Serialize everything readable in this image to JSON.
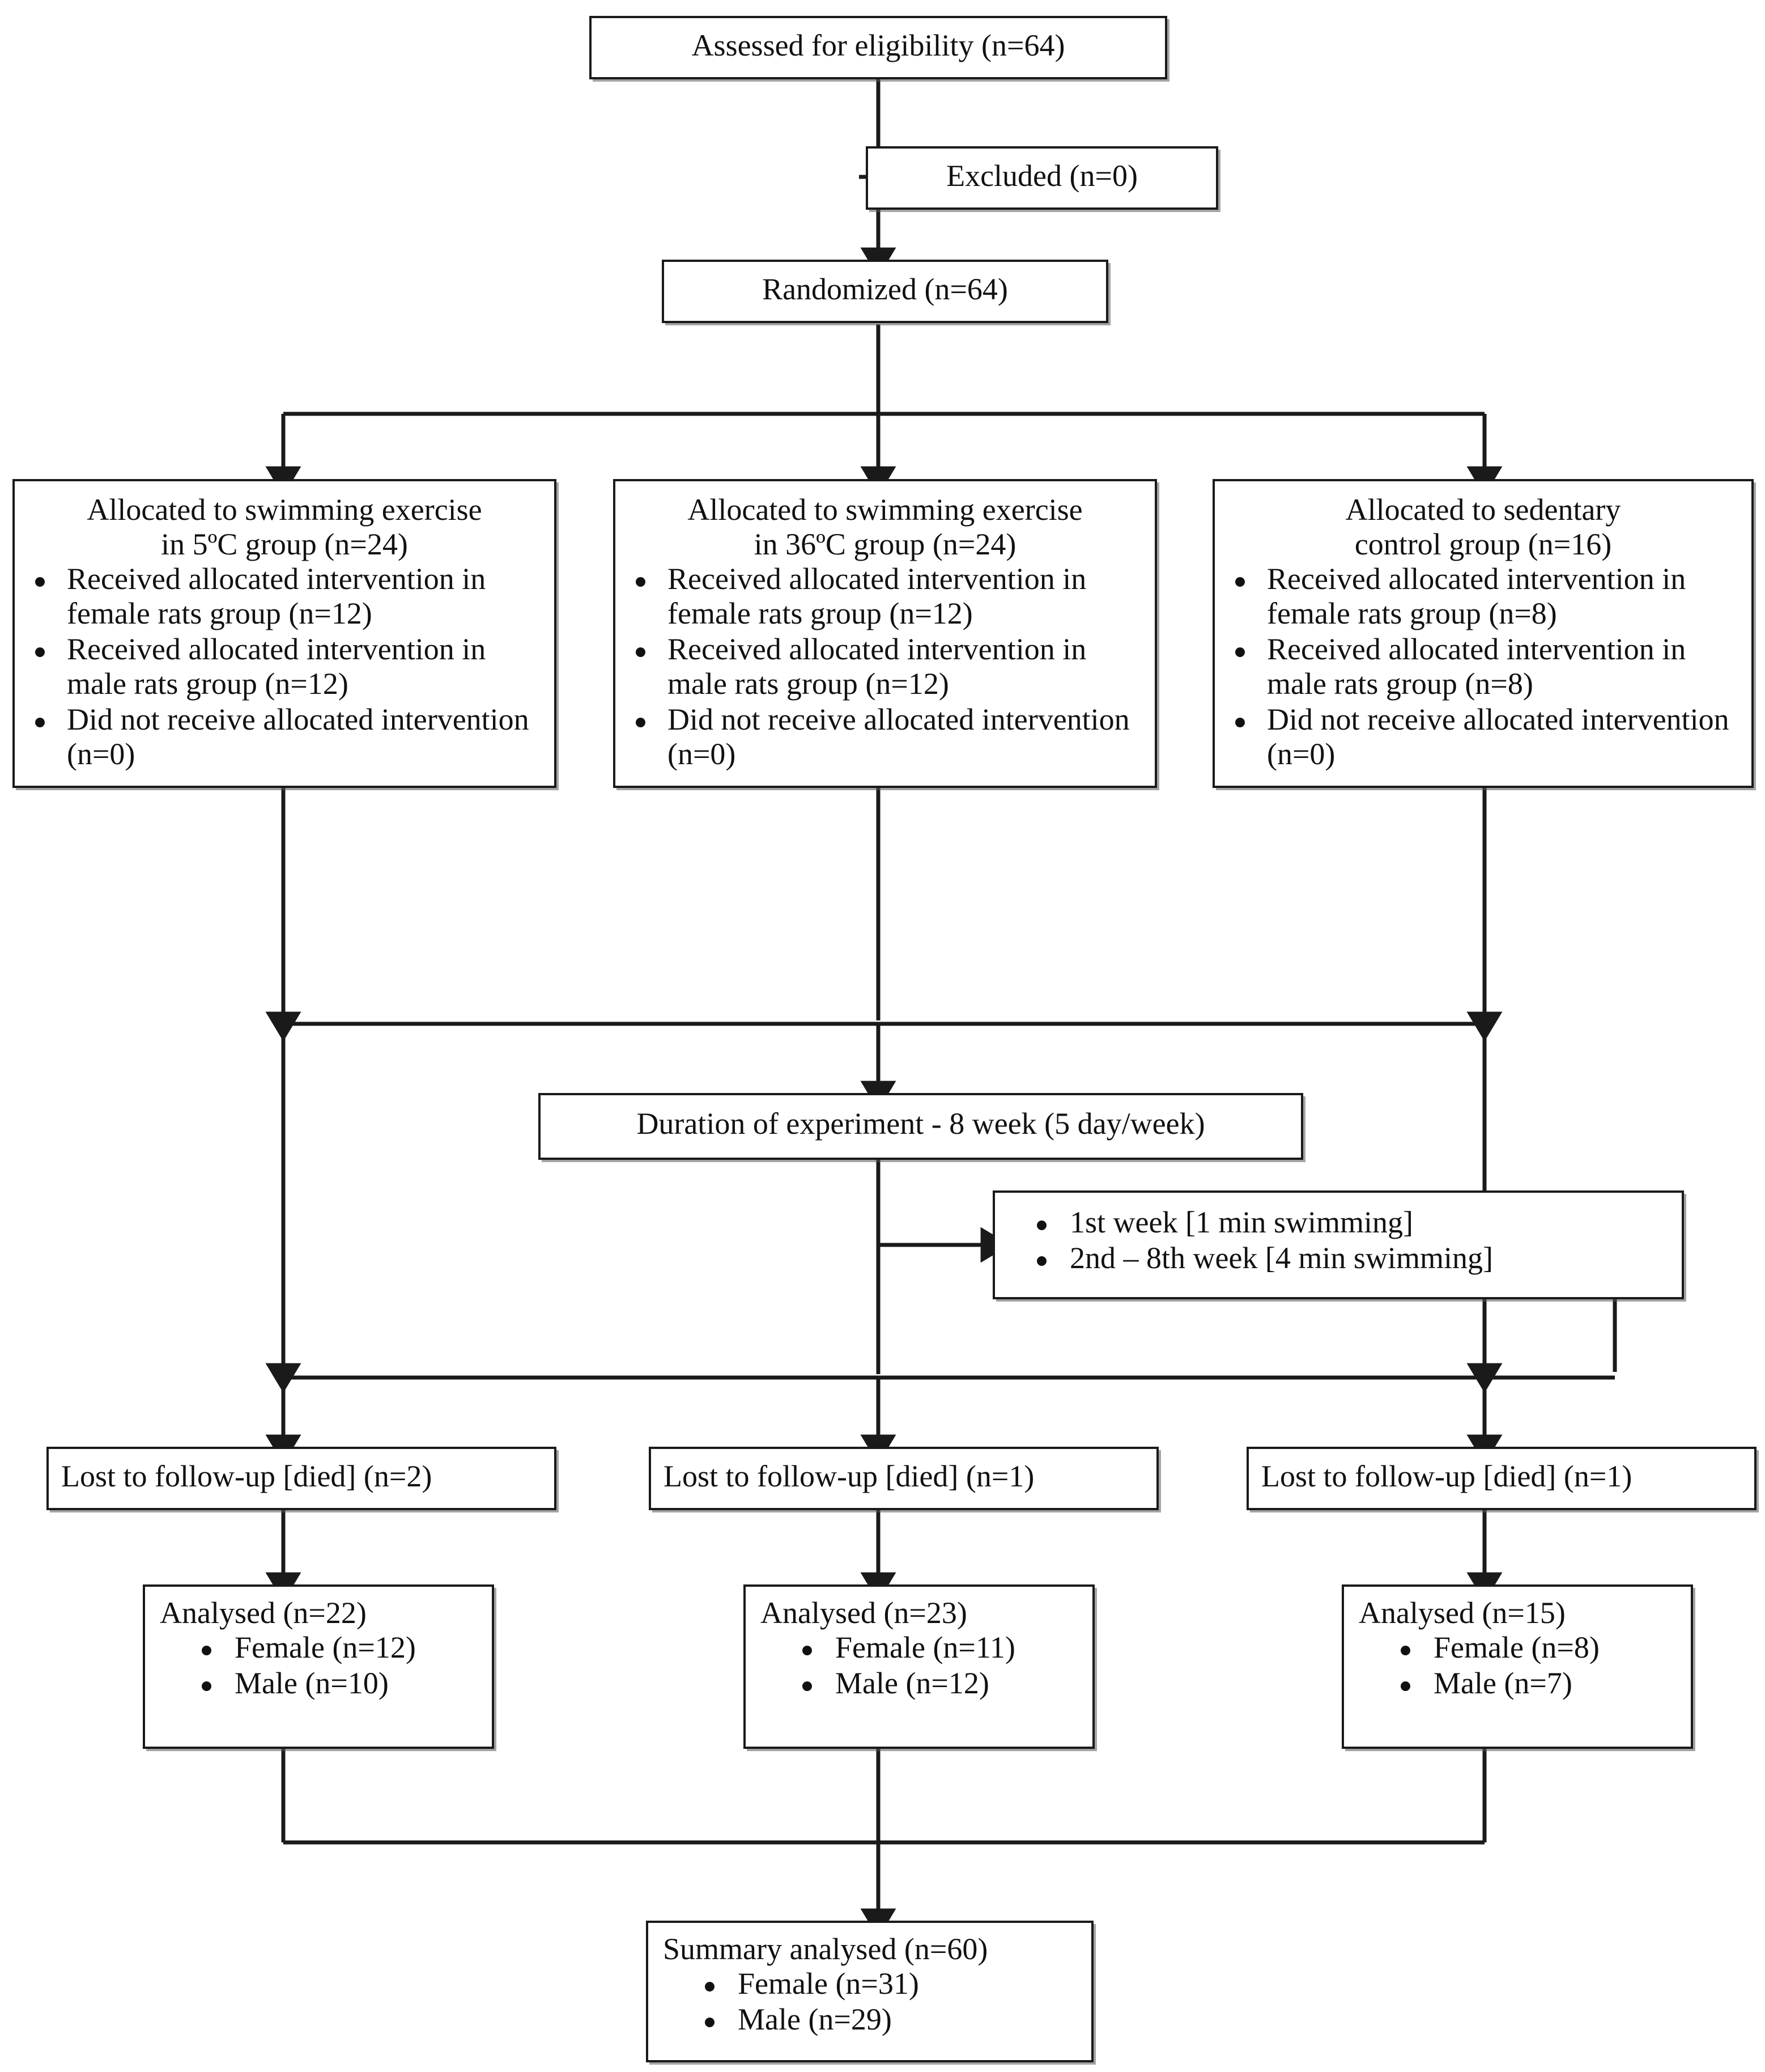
{
  "diagram": {
    "type": "consort-flow-diagram",
    "title": "CONSORT participant flow diagram",
    "line_color": "#1a1a1a",
    "box_fill": "#ffffff"
  },
  "enrollment": {
    "assessed": "Assessed for eligibility (n=64)",
    "excluded": "Excluded (n=0)",
    "randomized": "Randomized (n=64)"
  },
  "allocation": [
    {
      "id": "cold-swim",
      "heading": "Allocated to swimming exercise\nin 5ºC group (n=24)",
      "bullets": [
        "Received allocated intervention in female rats group (n=12)",
        "Received allocated intervention in male rats group (n=12)",
        "Did not receive allocated intervention (n=0)"
      ]
    },
    {
      "id": "warm-swim",
      "heading": "Allocated to swimming exercise\nin 36ºC group (n=24)",
      "bullets": [
        "Received allocated intervention in female rats group (n=12)",
        "Received allocated intervention in male rats group (n=12)",
        "Did not receive allocated intervention (n=0)"
      ]
    },
    {
      "id": "sedentary-control",
      "heading": "Allocated to sedentary\ncontrol group (n=16)",
      "bullets": [
        "Received allocated intervention in female rats group (n=8)",
        "Received allocated intervention in male rats group (n=8)",
        "Did not receive allocated intervention (n=0)"
      ]
    }
  ],
  "protocol": {
    "duration": "Duration of experiment - 8 week (5 day/week)",
    "weeks": [
      "1st week [1 min swimming]",
      "2nd – 8th week [4 min swimming]"
    ]
  },
  "follow_up": [
    "Lost to follow-up [died] (n=2)",
    "Lost to follow-up [died] (n=1)",
    "Lost to follow-up [died] (n=1)"
  ],
  "analysis": [
    {
      "heading": "Analysed (n=22)",
      "bullets": [
        "Female (n=12)",
        "Male (n=10)"
      ]
    },
    {
      "heading": "Analysed (n=23)",
      "bullets": [
        "Female (n=11)",
        "Male (n=12)"
      ]
    },
    {
      "heading": "Analysed (n=15)",
      "bullets": [
        "Female (n=8)",
        "Male (n=7)"
      ]
    }
  ],
  "summary": {
    "heading": "Summary analysed (n=60)",
    "bullets": [
      "Female (n=31)",
      "Male (n=29)"
    ]
  }
}
